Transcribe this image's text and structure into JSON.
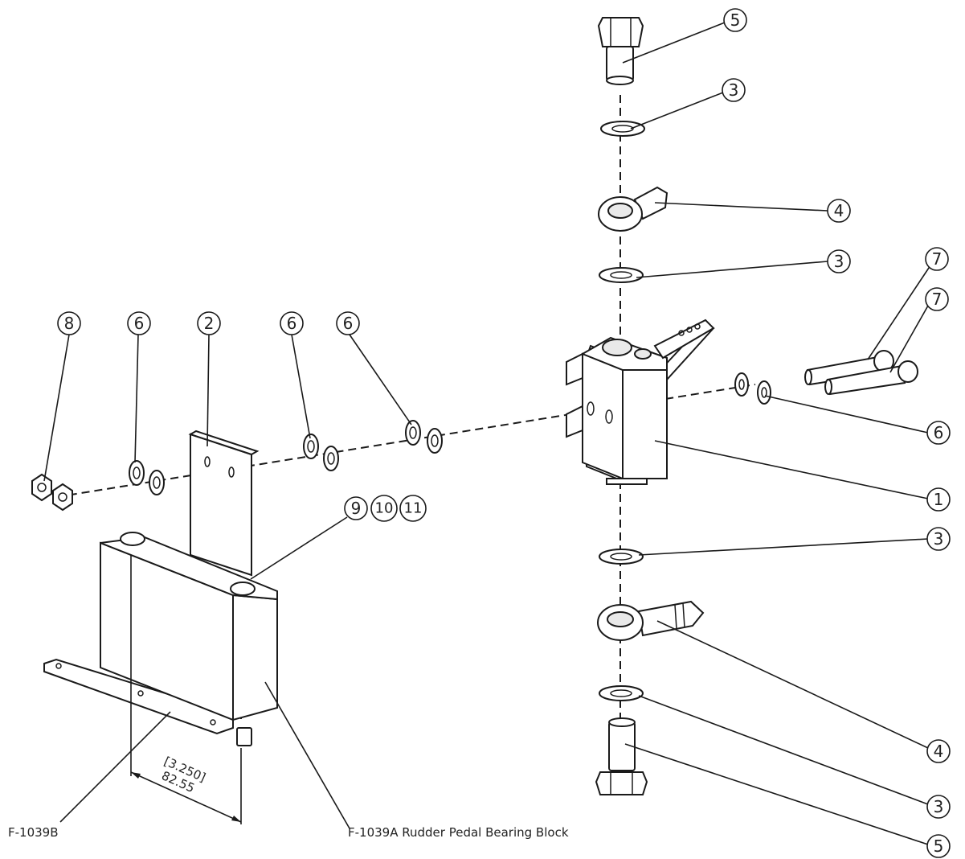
{
  "callouts": {
    "c5_top": "5",
    "c3_top": "3",
    "c4_top": "4",
    "c3_mid": "3",
    "c7_a": "7",
    "c7_b": "7",
    "c8": "8",
    "c6_a": "6",
    "c2": "2",
    "c6_b": "6",
    "c6_c": "6",
    "c6_right": "6",
    "c1": "1",
    "c9": "9",
    "c10": "10",
    "c11": "11",
    "c3_low": "3",
    "c4_low": "4",
    "c3_bottom": "3",
    "c5_bottom": "5"
  },
  "dimension": {
    "inches": "[3.250]",
    "mm": "82.55"
  },
  "labels": {
    "base_plate": "F-1039B",
    "bearing_block": "F-1039A Rudder Pedal Bearing Block"
  }
}
